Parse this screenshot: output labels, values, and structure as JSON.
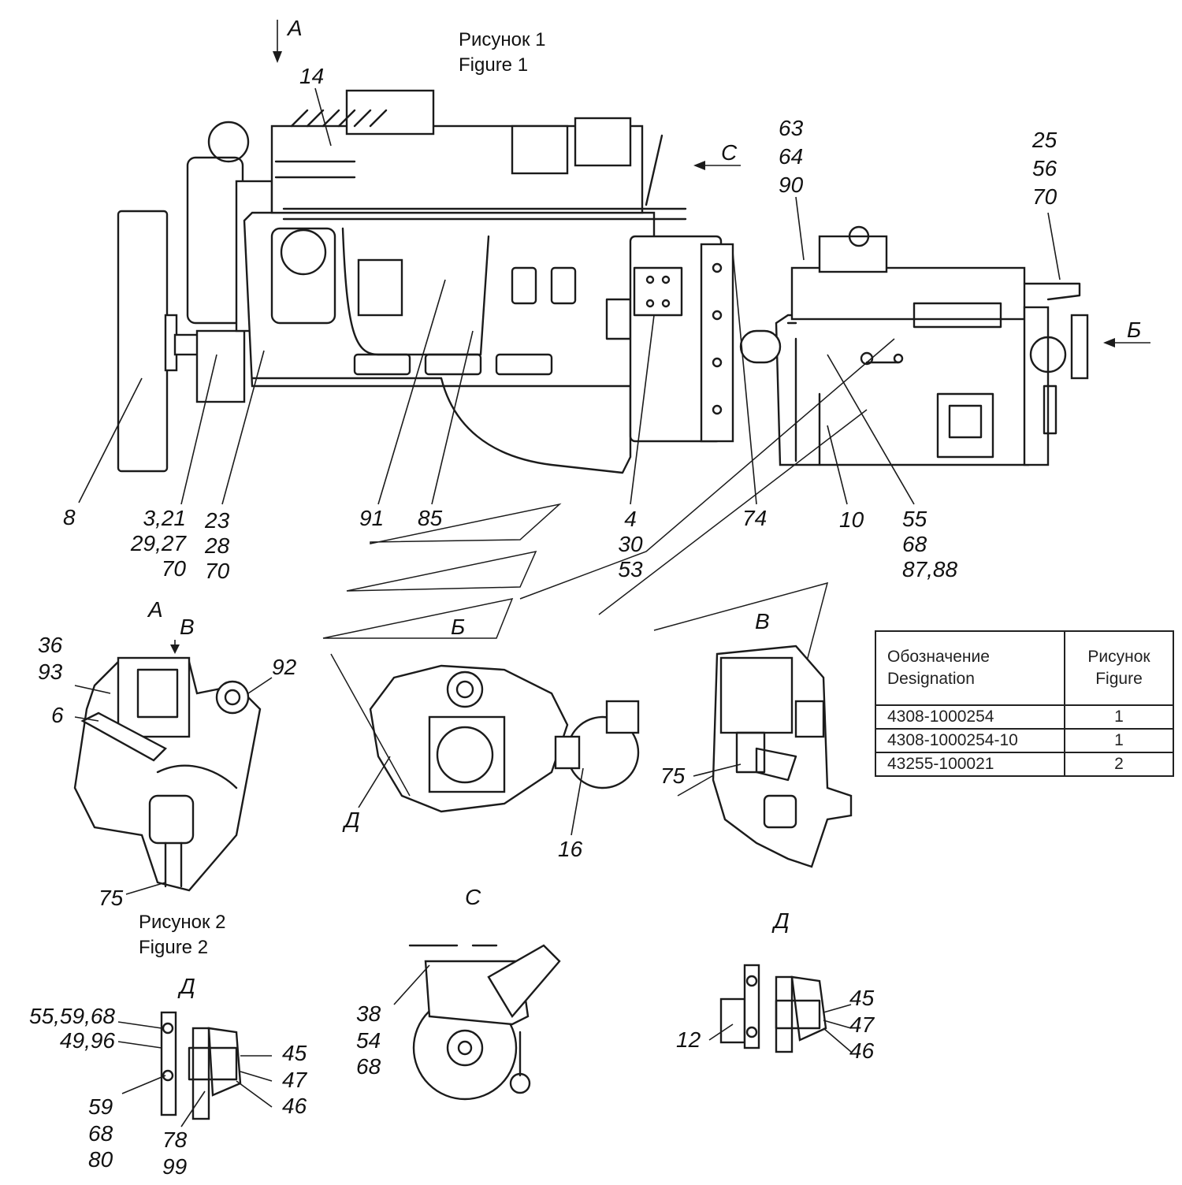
{
  "figure1_caption": "Рисунок 1\nFigure 1",
  "figure2_caption": "Рисунок 2\nFigure 2",
  "views": {
    "A_top": "A",
    "C_arrow": "C",
    "B_arrow": "Б",
    "A_view": "A",
    "V_arrow": "В",
    "B_view": "Б",
    "V_view": "В",
    "C_view": "C",
    "D_small": "Д",
    "D_view1": "Д",
    "D_view2": "Д"
  },
  "labels": {
    "l14": "14",
    "l63": "63\n64\n90",
    "l25": "25\n56\n70",
    "l8": "8",
    "l3": "3,21\n29,27\n70",
    "l23": "23\n28\n70",
    "l91": "91",
    "l85": "85",
    "l4": "4\n30\n53",
    "l74": "74",
    "l10": "10",
    "l55": "55\n68\n87,88",
    "l36": "36\n93",
    "l6": "6",
    "l92": "92",
    "l75a": "75",
    "l16": "16",
    "l75b": "75",
    "l38": "38\n54\n68",
    "l12": "12",
    "l45r": "45\n47\n46",
    "l55l": "55,59,68\n49,96",
    "l45l": "45\n47\n46",
    "l59": "59\n68\n80",
    "l78": "78\n99"
  },
  "table": {
    "header_designation": "Обозначение\nDesignation",
    "header_figure": "Рисунок\nFigure",
    "rows": [
      {
        "designation": "4308-1000254",
        "figure": "1"
      },
      {
        "designation": "4308-1000254-10",
        "figure": "1"
      },
      {
        "designation": "43255-100021",
        "figure": "2"
      }
    ]
  }
}
